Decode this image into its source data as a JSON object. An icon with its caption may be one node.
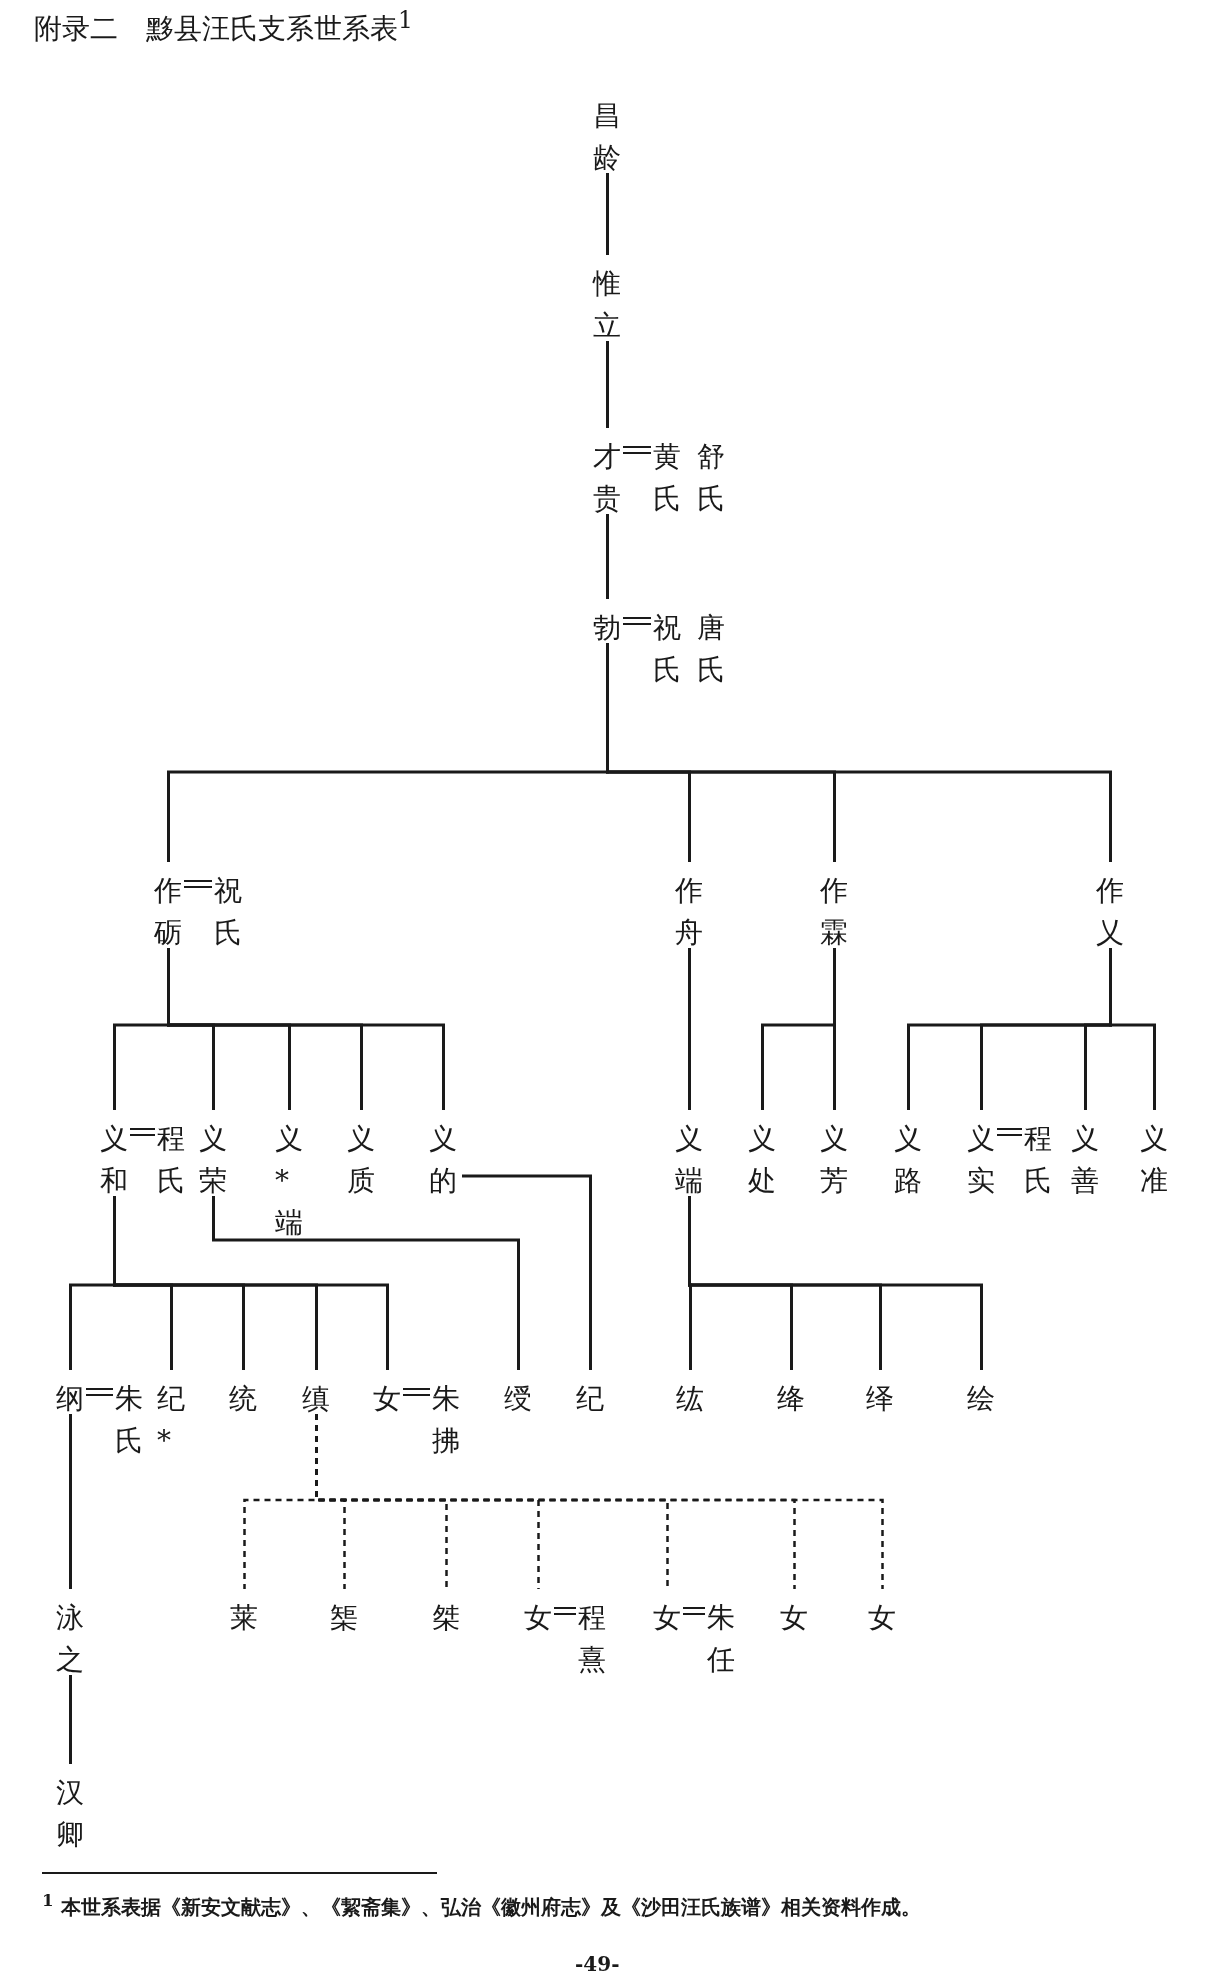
{
  "diagram": {
    "title": "附录二　黟县汪氏支系世系表$^{1}$",
    "nodes": [
      {
        "text": [
          "昌龄"
        ]
      },
      {
        "text": [
          "惟立"
        ]
      },
      {
        "text": [
          "才贵",
          "黄氏",
          "舒氏"
        ]
      },
      {
        "text": [
          "勃",
          "祝氏",
          "唐氏"
        ]
      },
      {
        "text": [
          "作砺",
          "祝氏"
        ]
      },
      {
        "text": [
          "作舟"
        ]
      },
      {
        "text": [
          "作霖"
        ]
      },
      {
        "text": [
          "作乂"
        ]
      },
      {
        "text": [
          "义和",
          "程氏"
        ]
      },
      {
        "text": [
          "义荣"
        ]
      },
      {
        "text": [
          "义*端"
        ]
      },
      {
        "text": [
          "义质"
        ]
      },
      {
        "text": [
          "义的"
        ]
      },
      {
        "text": [
          "义端"
        ]
      },
      {
        "text": [
          "义处"
        ]
      },
      {
        "text": [
          "义芳"
        ]
      },
      {
        "text": [
          "义路"
        ]
      },
      {
        "text": [
          "义实",
          "程氏"
        ]
      },
      {
        "text": [
          "义善"
        ]
      },
      {
        "text": [
          "义准"
        ]
      },
      {
        "text": [
          "纲",
          "朱氏"
        ]
      },
      {
        "text": [
          "纪*"
        ]
      },
      {
        "text": [
          "统"
        ]
      },
      {
        "text": [
          "缜"
        ]
      },
      {
        "text": [
          "女",
          "朱拂"
        ]
      },
      {
        "text": [
          "绶"
        ]
      },
      {
        "text": [
          "纪"
        ]
      },
      {
        "text": [
          "纮"
        ]
      },
      {
        "text": [
          "绛"
        ]
      },
      {
        "text": [
          "绎"
        ]
      },
      {
        "text": [
          "绘"
        ]
      },
      {
        "text": [
          "泳之"
        ]
      },
      {
        "text": [
          "莱"
        ]
      },
      {
        "text": [
          "榘"
        ]
      },
      {
        "text": [
          "桀"
        ]
      },
      {
        "text": [
          "女",
          "程熹"
        ]
      },
      {
        "text": [
          "女",
          "朱任"
        ]
      },
      {
        "text": [
          "女"
        ]
      },
      {
        "text": [
          "女"
        ]
      },
      {
        "text": [
          "汉卿"
        ]
      }
    ],
    "edges": [
      {
        "from": 0,
        "to": 1,
        "arrow": "none"
      },
      {
        "from": 1,
        "to": 2,
        "arrow": "none"
      },
      {
        "from": 2,
        "to": 3,
        "arrow": "none"
      },
      {
        "from": 3,
        "to": 4,
        "arrow": "none"
      },
      {
        "from": 3,
        "to": 5,
        "arrow": "none"
      },
      {
        "from": 3,
        "to": 6,
        "arrow": "none"
      },
      {
        "from": 3,
        "to": 7,
        "arrow": "none"
      },
      {
        "from": 4,
        "to": 8,
        "arrow": "none"
      },
      {
        "from": 4,
        "to": 9,
        "arrow": "none"
      },
      {
        "from": 4,
        "to": 10,
        "arrow": "none"
      },
      {
        "from": 4,
        "to": 11,
        "arrow": "none"
      },
      {
        "from": 4,
        "to": 12,
        "arrow": "none"
      },
      {
        "from": 5,
        "to": 13,
        "arrow": "none"
      },
      {
        "from": 6,
        "to": 14,
        "arrow": "none"
      },
      {
        "from": 6,
        "to": 15,
        "arrow": "none"
      },
      {
        "from": 7,
        "to": 16,
        "arrow": "none"
      },
      {
        "from": 7,
        "to": 17,
        "arrow": "none"
      },
      {
        "from": 7,
        "to": 18,
        "arrow": "none"
      },
      {
        "from": 7,
        "to": 19,
        "arrow": "none"
      },
      {
        "from": 8,
        "to": 20,
        "arrow": "none"
      },
      {
        "from": 8,
        "to": 21,
        "arrow": "none"
      },
      {
        "from": 8,
        "to": 22,
        "arrow": "none"
      },
      {
        "from": 8,
        "to": 23,
        "arrow": "none"
      },
      {
        "from": 8,
        "to": 24,
        "arrow": "none"
      },
      {
        "from": 9,
        "to": 25,
        "arrow": "none"
      },
      {
        "from": 12,
        "to": 26,
        "arrow": "none"
      },
      {
        "from": 13,
        "to": 27,
        "arrow": "none"
      },
      {
        "from": 13,
        "to": 28,
        "arrow": "none"
      },
      {
        "from": 13,
        "to": 29,
        "arrow": "none"
      },
      {
        "from": 13,
        "to": 30,
        "arrow": "none"
      },
      {
        "from": 20,
        "to": 31,
        "arrow": "none"
      },
      {
        "from": 23,
        "to": 32,
        "arrow": "none",
        "style": "dashed"
      },
      {
        "from": 23,
        "to": 33,
        "arrow": "none",
        "style": "dashed"
      },
      {
        "from": 23,
        "to": 34,
        "arrow": "none",
        "style": "dashed"
      },
      {
        "from": 23,
        "to": 35,
        "arrow": "none",
        "style": "dashed"
      },
      {
        "from": 23,
        "to": 36,
        "arrow": "none",
        "style": "dashed"
      },
      {
        "from": 23,
        "to": 37,
        "arrow": "none",
        "style": "dashed"
      },
      {
        "from": 23,
        "to": 38,
        "arrow": "none",
        "style": "dashed"
      },
      {
        "from": 31,
        "to": 39,
        "arrow": "none"
      }
    ],
    "labels": [
      "$^{1}$ 本世系表据《新安文献志》、《絜斋集》、弘治《徽州府志》及《沙田汪氏族谱》相关资料作成。",
      "-49-"
    ]
  }
}
